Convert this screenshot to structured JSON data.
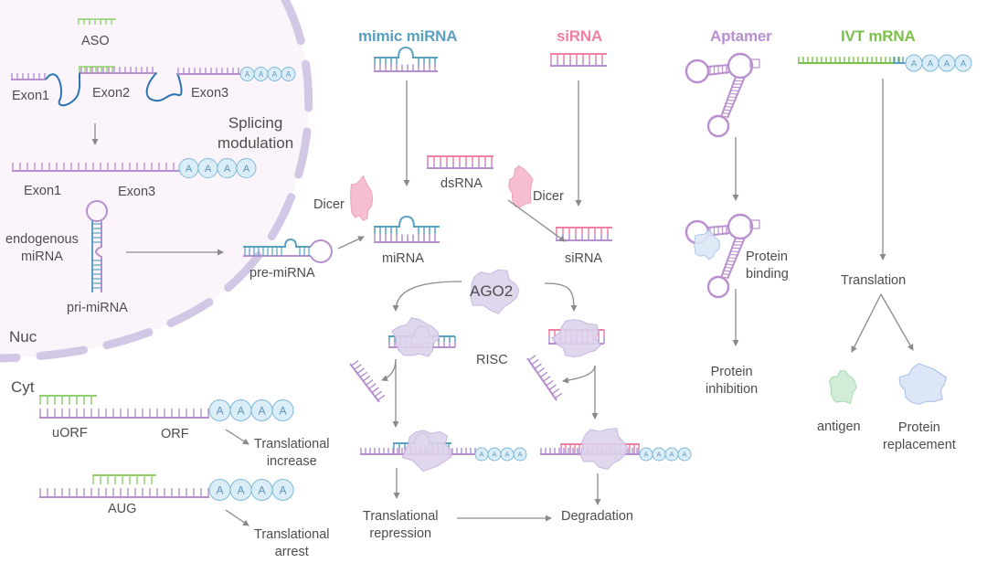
{
  "colors": {
    "mimic_mirna": "#5aa0c0",
    "sirna": "#ef7fa4",
    "aptamer": "#b98fd0",
    "ivt_mrna": "#7ac04b",
    "aso": "#8fd06a",
    "rna_purple": "#b58fce",
    "intron_blue": "#2a73b0",
    "polyA_fill": "#dbeef8",
    "polyA_stroke": "#7db8d8",
    "nucleus_fill": "#fbf5fb",
    "nucleus_border": "#d4cbe6",
    "arrow": "#8a8a8a",
    "dicer": "#f6b8cb",
    "ago2": "#ddd3ec",
    "antigen": "#cdebd3",
    "replacement_protein": "#d9e4f7"
  },
  "headers": {
    "mimic_mirna": "mimic miRNA",
    "sirna": "siRNA",
    "aptamer": "Aptamer",
    "ivt_mrna": "IVT mRNA"
  },
  "nucleus": {
    "label": "Nuc",
    "aso": "ASO",
    "exon1": "Exon1",
    "exon2": "Exon2",
    "exon3": "Exon3",
    "splicing_line1": "Splicing",
    "splicing_line2": "modulation",
    "spliced_exon1": "Exon1",
    "spliced_exon3": "Exon3",
    "endogenous_line1": "endogenous",
    "endogenous_line2": "miRNA",
    "pri_mirna": "pri-miRNA"
  },
  "cytoplasm": {
    "label": "Cyt",
    "uorf": "uORF",
    "orf": "ORF",
    "increase_line1": "Translational",
    "increase_line2": "increase",
    "aug": "AUG",
    "arrest_line1": "Translational",
    "arrest_line2": "arrest"
  },
  "polyA_letter": "A",
  "mirna_path": {
    "pre_mirna": "pre-miRNA",
    "dicer_left": "Dicer",
    "mirna": "miRNA",
    "dsrna": "dsRNA",
    "dicer_right": "Dicer",
    "sirna": "siRNA",
    "ago2": "AGO2",
    "risc": "RISC",
    "repression_line1": "Translational",
    "repression_line2": "repression",
    "degradation": "Degradation"
  },
  "aptamer_path": {
    "binding_line1": "Protein",
    "binding_line2": "binding",
    "inhibition_line1": "Protein",
    "inhibition_line2": "inhibition"
  },
  "mrna_path": {
    "translation": "Translation",
    "antigen": "antigen",
    "replacement_line1": "Protein",
    "replacement_line2": "replacement"
  }
}
